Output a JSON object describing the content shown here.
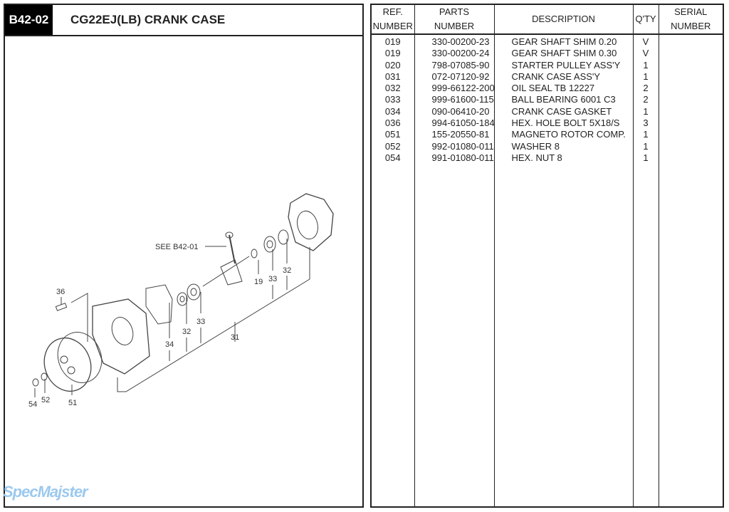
{
  "header": {
    "code": "B42-02",
    "title": "CG22EJ(LB)  CRANK CASE"
  },
  "diagram": {
    "see_ref": "SEE B42-01",
    "callouts": {
      "c36": "36",
      "c32a": "32",
      "c33a": "33",
      "c34": "34",
      "c31": "31",
      "c19": "19",
      "c33b": "33",
      "c32b": "32",
      "c54": "54",
      "c52": "52",
      "c51": "51"
    }
  },
  "watermark": "SpecMajster",
  "table": {
    "headers": {
      "ref": "REF.\nNUMBER",
      "ref1": "REF.",
      "ref2": "NUMBER",
      "parts1": "PARTS",
      "parts2": "NUMBER",
      "desc": "DESCRIPTION",
      "qty": "Q'TY",
      "serial1": "SERIAL",
      "serial2": "NUMBER"
    },
    "rows": [
      {
        "ref": "019",
        "part": "330-00200-23",
        "desc": "GEAR SHAFT SHIM 0.20",
        "qty": "V"
      },
      {
        "ref": "019",
        "part": "330-00200-24",
        "desc": "GEAR SHAFT SHIM 0.30",
        "qty": "V"
      },
      {
        "ref": "020",
        "part": "798-07085-90",
        "desc": "STARTER PULLEY ASS'Y",
        "qty": "1"
      },
      {
        "ref": "031",
        "part": "072-07120-92",
        "desc": "CRANK CASE ASS'Y",
        "qty": "1"
      },
      {
        "ref": "032",
        "part": "999-66122-200",
        "desc": "OIL SEAL TB 12227",
        "qty": "2"
      },
      {
        "ref": "033",
        "part": "999-61600-115",
        "desc": "BALL BEARING 6001 C3",
        "qty": "2"
      },
      {
        "ref": "034",
        "part": "090-06410-20",
        "desc": "CRANK CASE GASKET",
        "qty": "1"
      },
      {
        "ref": "036",
        "part": "994-61050-184",
        "desc": "HEX. HOLE BOLT 5X18/S",
        "qty": "3"
      },
      {
        "ref": "051",
        "part": "155-20550-81",
        "desc": "MAGNETO ROTOR COMP.",
        "qty": "1"
      },
      {
        "ref": "052",
        "part": "992-01080-011",
        "desc": "WASHER 8",
        "qty": "1"
      },
      {
        "ref": "054",
        "part": "991-01080-011",
        "desc": "HEX. NUT 8",
        "qty": "1"
      }
    ]
  }
}
